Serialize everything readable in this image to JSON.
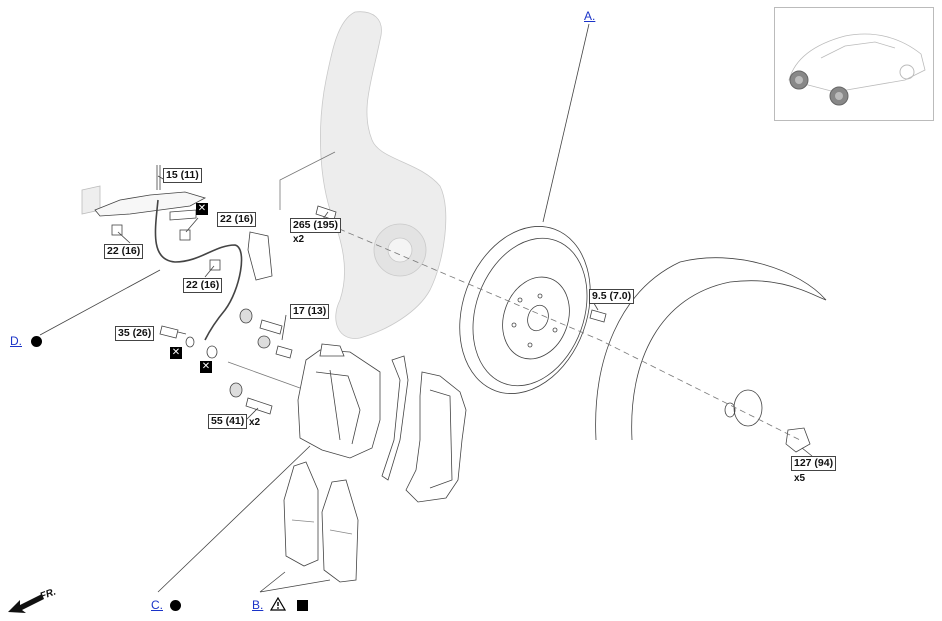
{
  "callouts": {
    "c1": {
      "label": "15 (11)"
    },
    "c2": {
      "label": "22 (16)"
    },
    "c3": {
      "label": "22 (16)"
    },
    "c4": {
      "label": "22 (16)"
    },
    "c5": {
      "label": "265 (195)",
      "qty": "x2"
    },
    "c6": {
      "label": "17 (13)"
    },
    "c7": {
      "label": "35 (26)"
    },
    "c8": {
      "label": "55 (41)",
      "qty": "x2"
    },
    "c9": {
      "label": "9.5 (7.0)"
    },
    "c10": {
      "label": "127 (94)",
      "qty": "x5"
    }
  },
  "refs": {
    "a": "A.",
    "b": "B.",
    "c": "C.",
    "d": "D."
  },
  "direction": {
    "label": "FR."
  },
  "symbols": {
    "x_mark": "✕",
    "warning_icon": "warning-triangle",
    "dot_icon": "black-circle",
    "square_icon": "black-square"
  },
  "colors": {
    "ref_link": "#1a33c8",
    "ghost_part": "#d8d8d8",
    "line": "#555555"
  }
}
